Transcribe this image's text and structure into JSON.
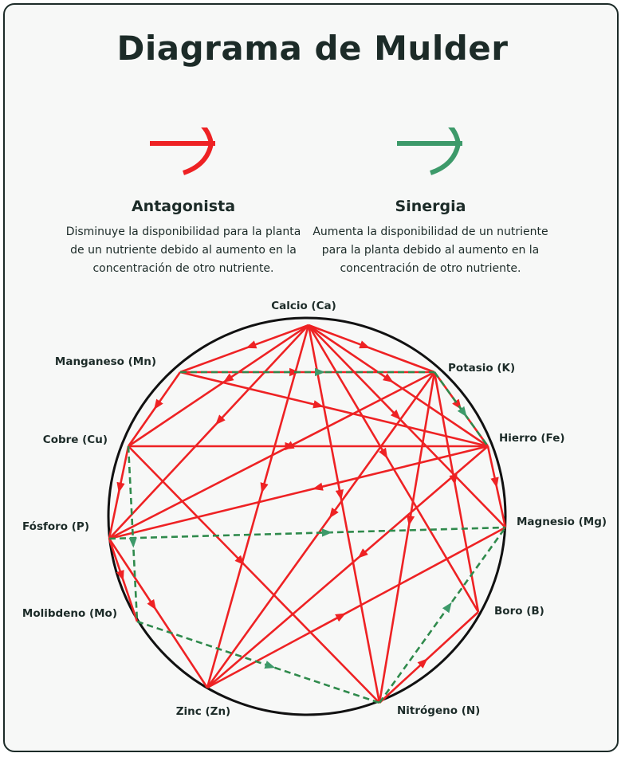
{
  "title": "Diagrama de Mulder",
  "colors": {
    "antagonist": "#ee2224",
    "synergy": "#3d9a6a",
    "synergy_dashed": "#2f8a4c",
    "circle": "#111111",
    "text": "#1c2b28"
  },
  "legend": {
    "antagonist": {
      "title": "Antagonista",
      "description": "Disminuye la disponibilidad para la planta de un nutriente debido al aumento en la concentración de otro nutriente.",
      "icon": "red-arrow-icon"
    },
    "synergy": {
      "title": "Sinergia",
      "description": "Aumenta la disponibilidad de un nutriente para la planta debido al aumento en la concentración de otro nutriente.",
      "icon": "green-arrow-icon"
    }
  },
  "nodes": [
    {
      "id": "Ca",
      "label": "Calcio (Ca)"
    },
    {
      "id": "K",
      "label": "Potasio (K)"
    },
    {
      "id": "Fe",
      "label": "Hierro (Fe)"
    },
    {
      "id": "Mg",
      "label": "Magnesio (Mg)"
    },
    {
      "id": "B",
      "label": "Boro (B)"
    },
    {
      "id": "N",
      "label": "Nitrógeno (N)"
    },
    {
      "id": "Zn",
      "label": "Zinc (Zn)"
    },
    {
      "id": "Mo",
      "label": "Molibdeno (Mo)"
    },
    {
      "id": "P",
      "label": "Fósforo (P)"
    },
    {
      "id": "Cu",
      "label": "Cobre (Cu)"
    },
    {
      "id": "Mn",
      "label": "Manganeso (Mn)"
    }
  ],
  "antagonisms": [
    [
      "Ca",
      "Mn"
    ],
    [
      "Ca",
      "K"
    ],
    [
      "Ca",
      "Fe"
    ],
    [
      "Ca",
      "Mg"
    ],
    [
      "Ca",
      "B"
    ],
    [
      "Ca",
      "N"
    ],
    [
      "Ca",
      "Zn"
    ],
    [
      "Ca",
      "P"
    ],
    [
      "Ca",
      "Cu"
    ],
    [
      "Mn",
      "K"
    ],
    [
      "Mn",
      "Fe"
    ],
    [
      "Mn",
      "Cu"
    ],
    [
      "K",
      "Fe"
    ],
    [
      "K",
      "B"
    ],
    [
      "K",
      "N"
    ],
    [
      "K",
      "P"
    ],
    [
      "K",
      "Zn"
    ],
    [
      "Cu",
      "Fe"
    ],
    [
      "Cu",
      "P"
    ],
    [
      "Cu",
      "N"
    ],
    [
      "Fe",
      "P"
    ],
    [
      "Fe",
      "Mg"
    ],
    [
      "Fe",
      "Zn"
    ],
    [
      "N",
      "B"
    ],
    [
      "P",
      "Mo"
    ],
    [
      "P",
      "Zn"
    ],
    [
      "Zn",
      "Mg"
    ]
  ],
  "synergies": [
    [
      "Mn",
      "K"
    ],
    [
      "K",
      "Fe"
    ],
    [
      "P",
      "Mg"
    ],
    [
      "Cu",
      "Mo"
    ],
    [
      "Mo",
      "N"
    ],
    [
      "N",
      "Mg"
    ]
  ]
}
